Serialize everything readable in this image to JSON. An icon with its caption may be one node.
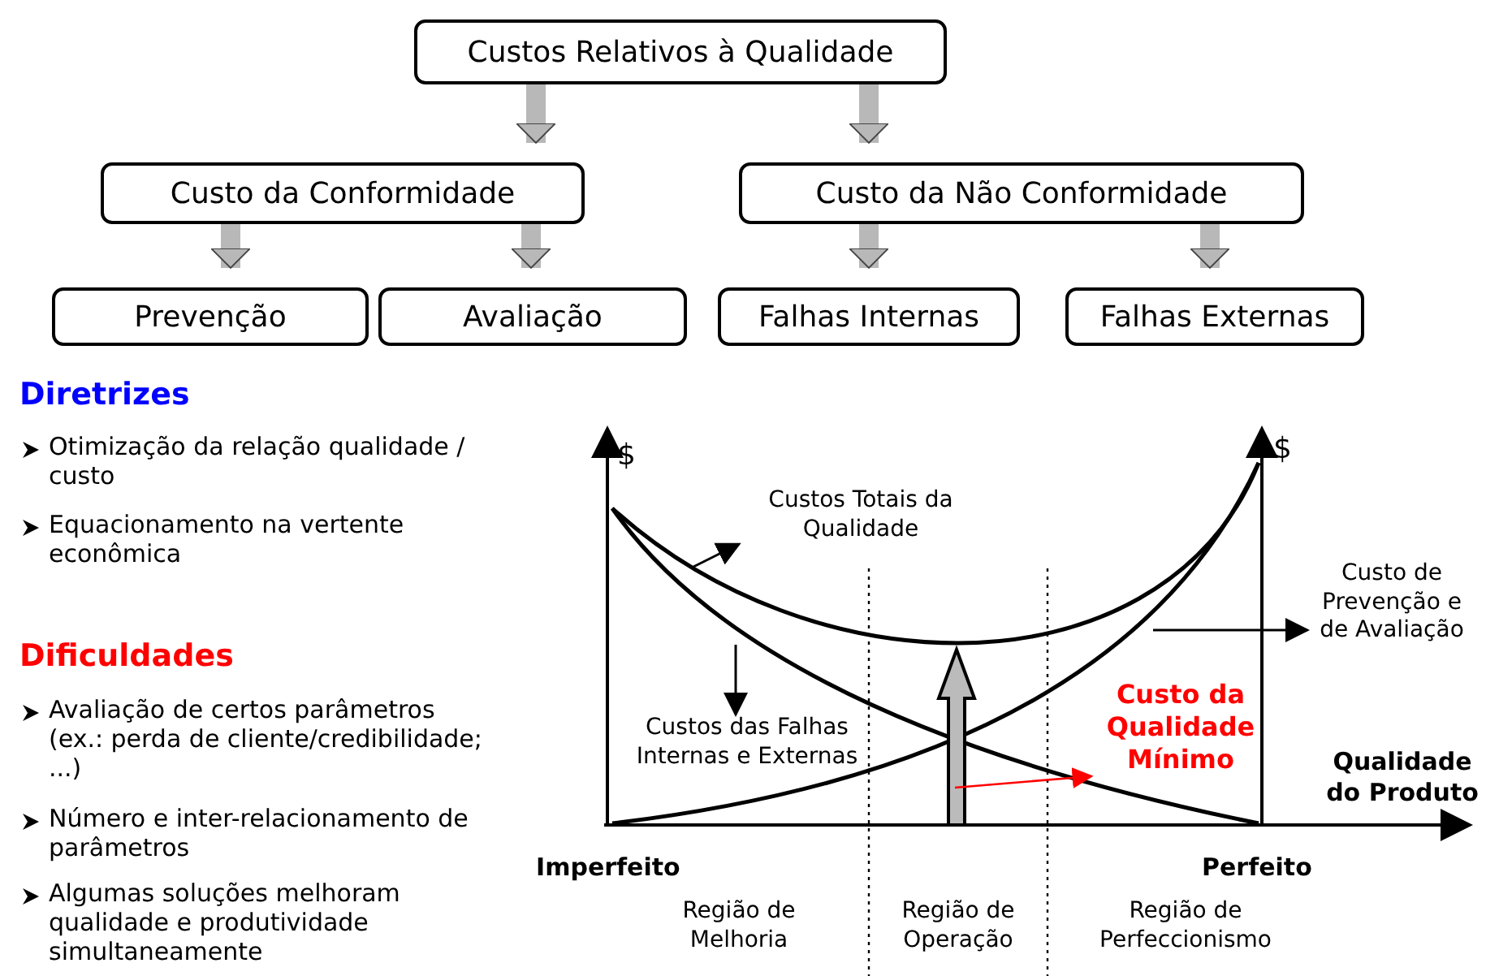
{
  "diagram": {
    "nodes": [
      {
        "text": [
          "Custos Relativos à Qualidade"
        ]
      },
      {
        "text": [
          "Custo da Conformidade"
        ]
      },
      {
        "text": [
          "Custo da Não Conformidade"
        ]
      },
      {
        "text": [
          "Prevenção"
        ]
      },
      {
        "text": [
          "Avaliação"
        ]
      },
      {
        "text": [
          "Falhas Internas"
        ]
      },
      {
        "text": [
          "Falhas Externas"
        ]
      },
      {
        "text": [
          "Custos Totais da Qualidade"
        ]
      },
      {
        "text": [
          "Custo de Prevenção e de Avaliação"
        ]
      },
      {
        "text": [
          "Custos das Falhas Internas e Externas"
        ]
      },
      {
        "text": [
          "Custo da Qualidade Mínimo"
        ]
      }
    ],
    "edges": [
      {
        "from": 0,
        "to": 1,
        "arrow": "to"
      },
      {
        "from": 0,
        "to": 2,
        "arrow": "to"
      },
      {
        "from": 1,
        "to": 3,
        "arrow": "to"
      },
      {
        "from": 1,
        "to": 4,
        "arrow": "to"
      },
      {
        "from": 2,
        "to": 5,
        "arrow": "to"
      },
      {
        "from": 2,
        "to": 6,
        "arrow": "to"
      },
      {
        "from": null,
        "to": 7,
        "arrow": "to",
        "color": "#000000"
      },
      {
        "from": null,
        "to": 8,
        "arrow": "to",
        "color": "#000000"
      },
      {
        "from": null,
        "to": 9,
        "arrow": "to",
        "color": "#000000"
      },
      {
        "from": null,
        "to": 10,
        "arrow": "to",
        "color": "#ff0000"
      }
    ],
    "labels": [
      "Diretrizes",
      "Otimização da relação qualidade / custo",
      "Equacionamento na vertente econômica",
      "Dificuldades",
      "Avaliação de certos parâmetros (ex.: perda de cliente/credibilidade; ...)",
      "Número e inter-relacionamento de parâmetros",
      "Algumas soluções melhoram qualidade e produtividade simultaneamente",
      "$",
      "$",
      "Qualidade do Produto",
      "Imperfeito",
      "Perfeito",
      "Região de Melhoria",
      "Região de Operação",
      "Região de Perfeccionismo"
    ]
  }
}
